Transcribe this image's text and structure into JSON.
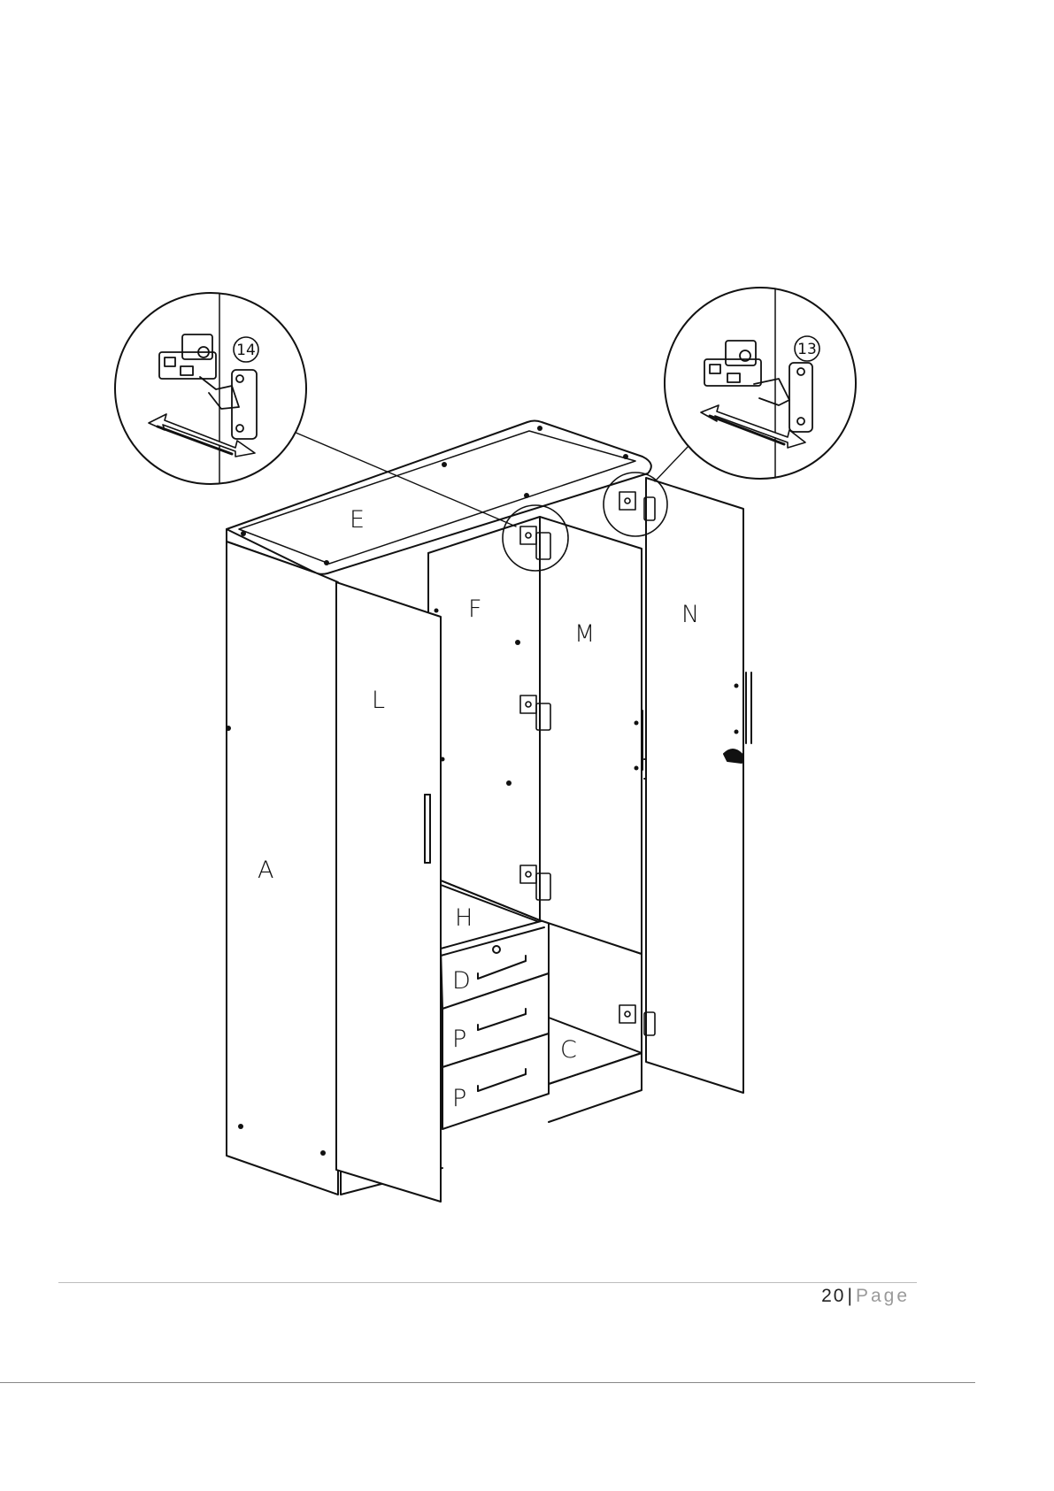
{
  "diagram": {
    "part_labels": {
      "A": "A",
      "C": "C",
      "E": "E",
      "F": "F",
      "H": "H",
      "L": "L",
      "M": "M",
      "N": "N",
      "drawer_top": "D",
      "drawer_mid": "P",
      "drawer_bottom": "P"
    },
    "callout_left_number": "14",
    "callout_right_number": "13"
  },
  "footer": {
    "page_number": "20",
    "separator": "|",
    "page_word": "Page"
  }
}
